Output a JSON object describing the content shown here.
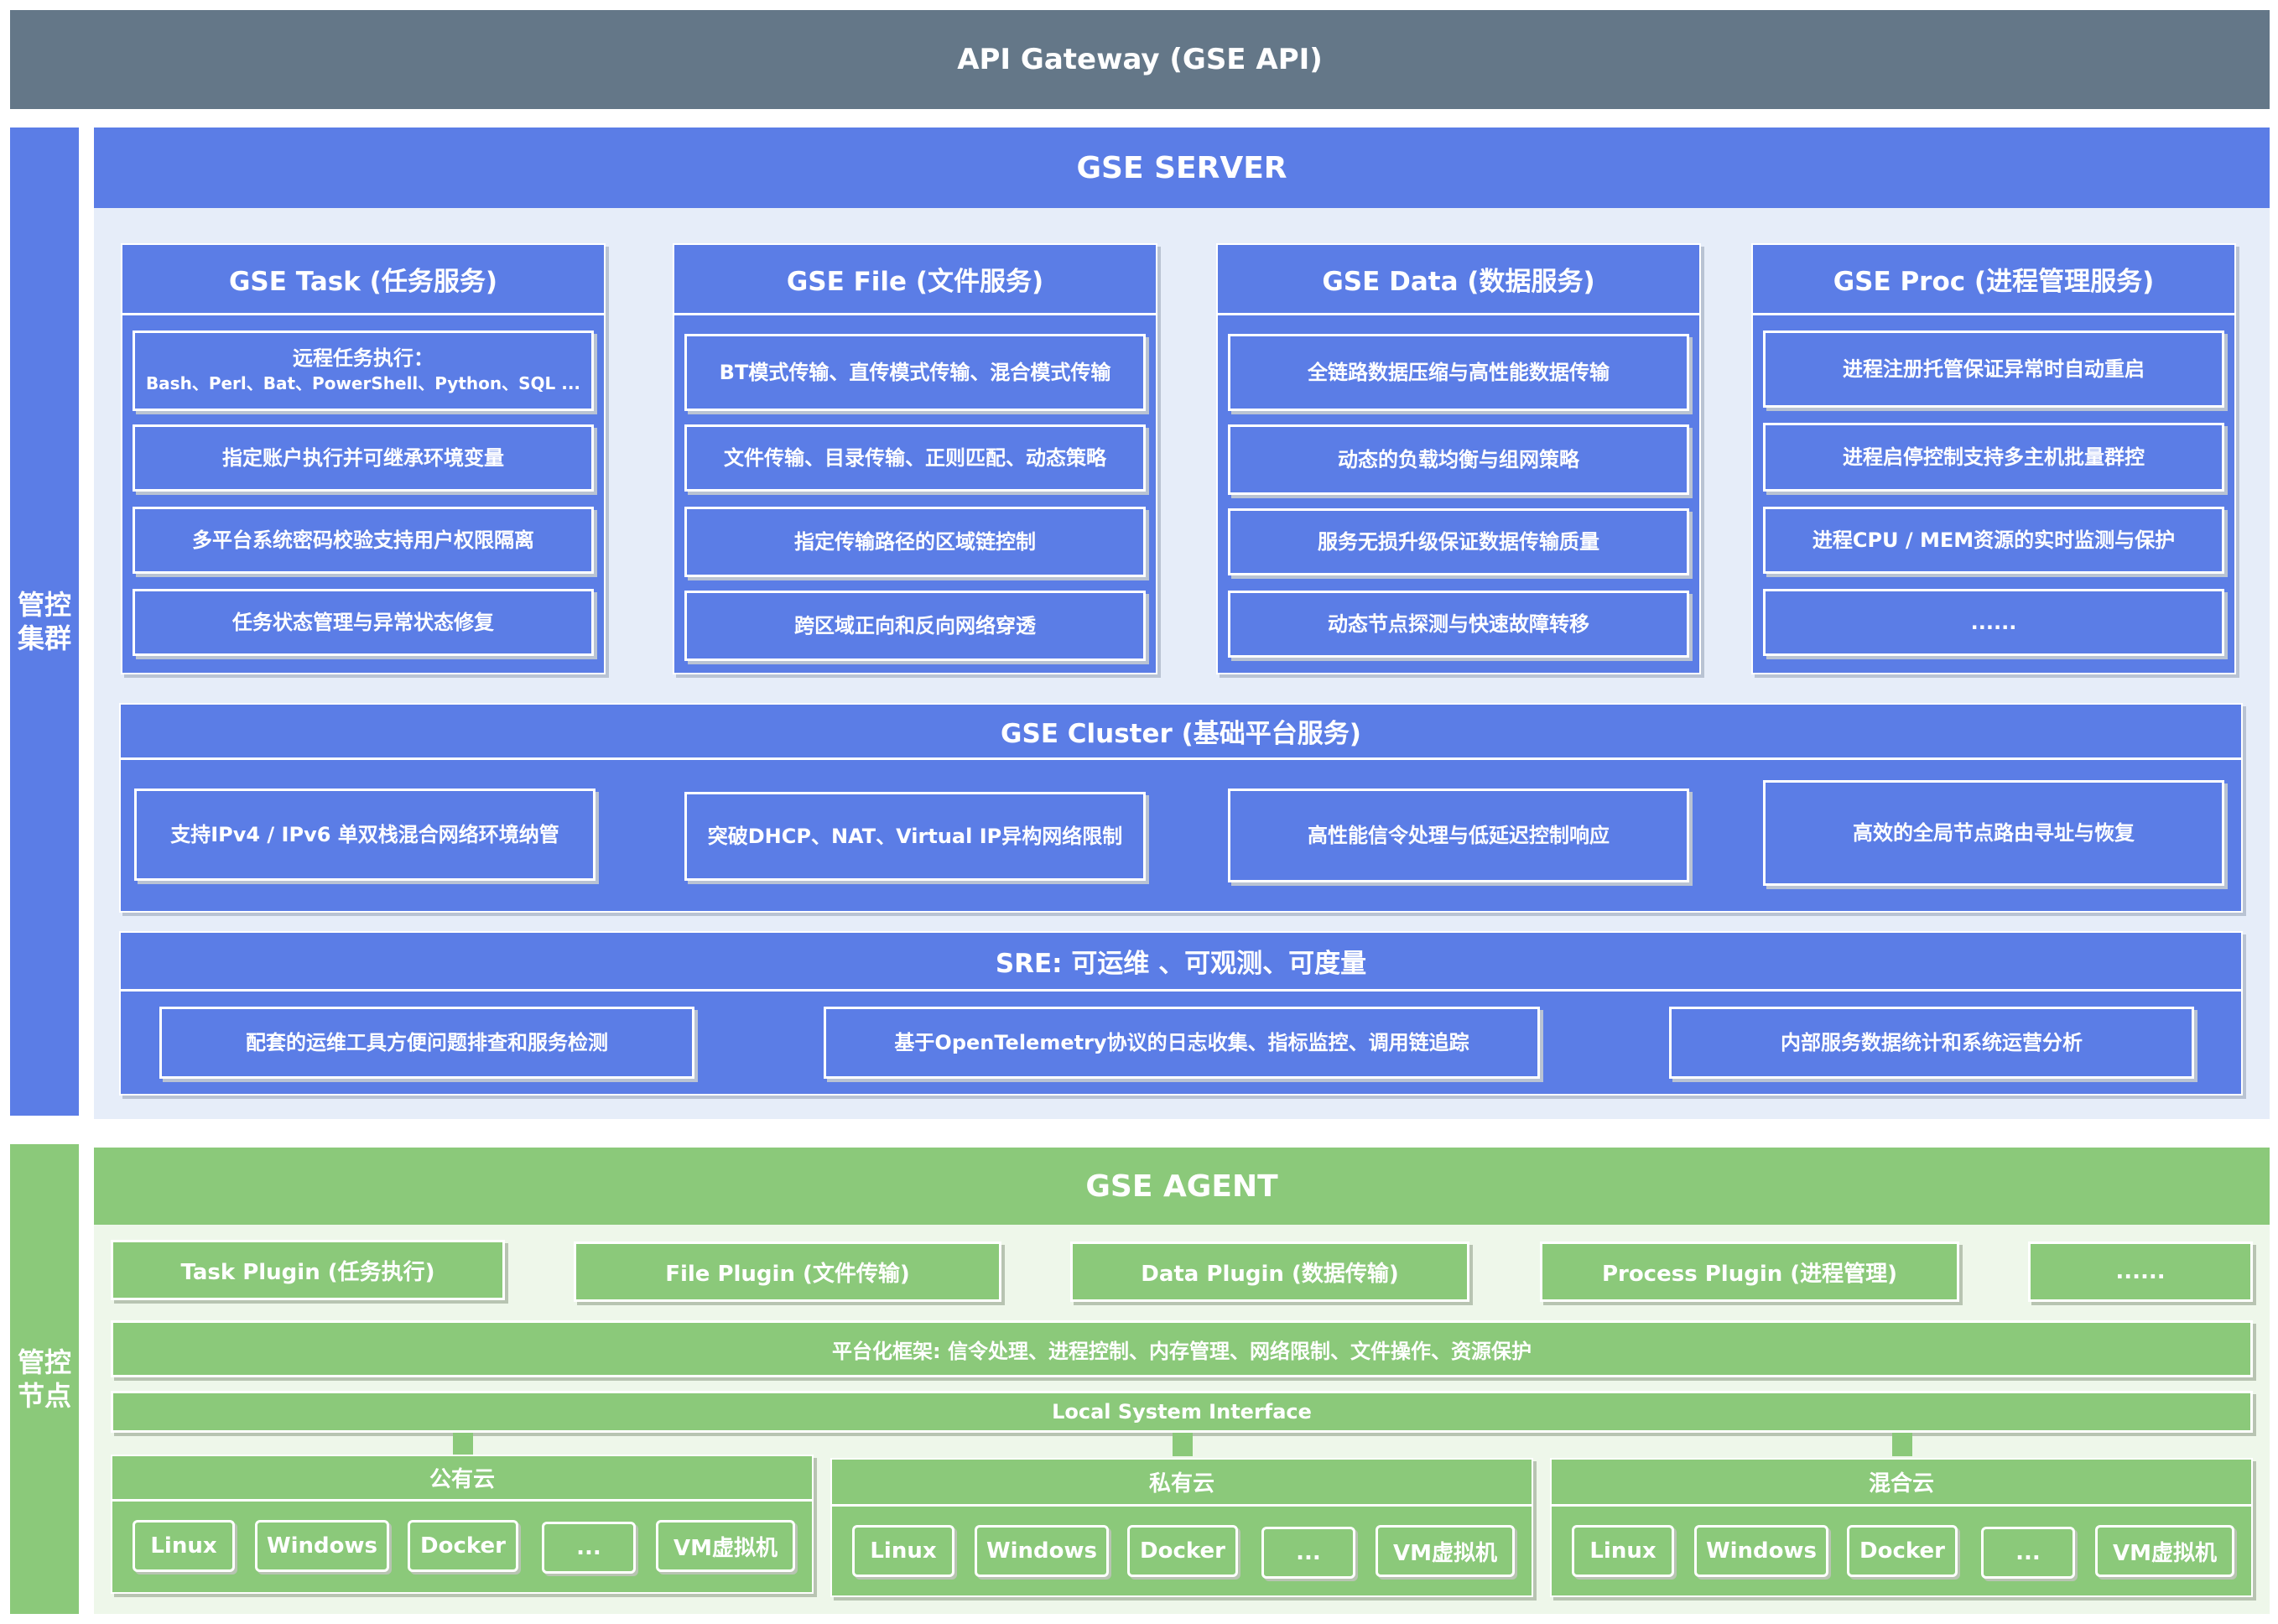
{
  "gateway": {
    "title": "API Gateway (GSE API)"
  },
  "side_labels": {
    "control_cluster": "管控\n集群",
    "control_node": "管控\n节点"
  },
  "server": {
    "title": "GSE SERVER",
    "modules": [
      {
        "title": "GSE Task (任务服务)",
        "items": [
          {
            "text": "远程任务执行：",
            "sub": "Bash、Perl、Bat、PowerShell、Python、SQL ..."
          },
          {
            "text": "指定账户执行并可继承环境变量"
          },
          {
            "text": "多平台系统密码校验支持用户权限隔离"
          },
          {
            "text": "任务状态管理与异常状态修复"
          }
        ]
      },
      {
        "title": "GSE File (文件服务)",
        "items": [
          {
            "text": "BT模式传输、直传模式传输、混合模式传输"
          },
          {
            "text": "文件传输、目录传输、正则匹配、动态策略"
          },
          {
            "text": "指定传输路径的区域链控制"
          },
          {
            "text": "跨区域正向和反向网络穿透"
          }
        ]
      },
      {
        "title": "GSE Data (数据服务)",
        "items": [
          {
            "text": "全链路数据压缩与高性能数据传输"
          },
          {
            "text": "动态的负载均衡与组网策略"
          },
          {
            "text": "服务无损升级保证数据传输质量"
          },
          {
            "text": "动态节点探测与快速故障转移"
          }
        ]
      },
      {
        "title": "GSE Proc (进程管理服务)",
        "items": [
          {
            "text": "进程注册托管保证异常时自动重启"
          },
          {
            "text": "进程启停控制支持多主机批量群控"
          },
          {
            "text": "进程CPU / MEM资源的实时监测与保护"
          },
          {
            "text": "......"
          }
        ]
      }
    ],
    "cluster": {
      "title": "GSE Cluster (基础平台服务)",
      "items": [
        "支持IPv4 / IPv6 单双栈混合网络环境纳管",
        "突破DHCP、NAT、Virtual IP异构网络限制",
        "高性能信令处理与低延迟控制响应",
        "高效的全局节点路由寻址与恢复"
      ]
    },
    "sre": {
      "title": "SRE: 可运维 、可观测、可度量",
      "items": [
        "配套的运维工具方便问题排查和服务检测",
        "基于OpenTelemetry协议的日志收集、指标监控、调用链追踪",
        "内部服务数据统计和系统运营分析"
      ]
    }
  },
  "agent": {
    "title": "GSE AGENT",
    "plugins": [
      "Task Plugin (任务执行)",
      "File Plugin (文件传输)",
      "Data Plugin (数据传输)",
      "Process Plugin (进程管理)",
      "......"
    ],
    "framework": "平台化框架: 信令处理、进程控制、内存管理、网络限制、文件操作、资源保护",
    "lsi": "Local System Interface",
    "clouds": [
      {
        "title": "公有云",
        "os": [
          "Linux",
          "Windows",
          "Docker",
          "...",
          "VM虚拟机"
        ]
      },
      {
        "title": "私有云",
        "os": [
          "Linux",
          "Windows",
          "Docker",
          "...",
          "VM虚拟机"
        ]
      },
      {
        "title": "混合云",
        "os": [
          "Linux",
          "Windows",
          "Docker",
          "...",
          "VM虚拟机"
        ]
      }
    ]
  },
  "colors": {
    "gateway": "#647788",
    "server_blue": "#5b7de6",
    "server_bg": "#e6edf9",
    "agent_green": "#8bc97a",
    "agent_bg": "#eef7ea"
  }
}
